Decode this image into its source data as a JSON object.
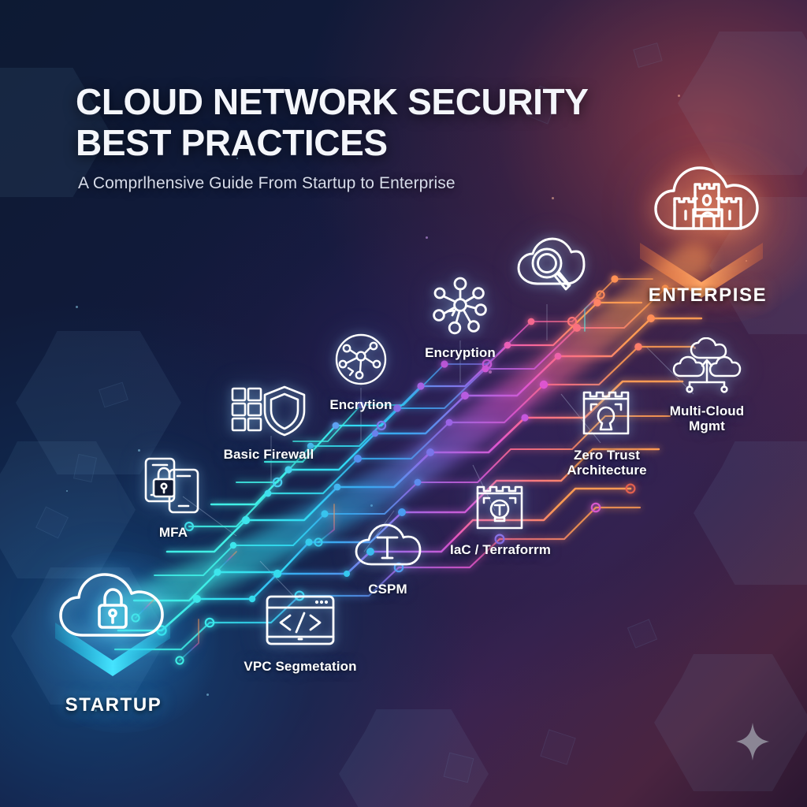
{
  "header": {
    "title": "CLOUD NETWORK SECURITY\nBEST PRACTICES",
    "subtitle": "A Comprlhensive Guide From Startup to Enterprise"
  },
  "colors": {
    "startup_accent": "#3ecfe8",
    "enterprise_accent": "#ff8a50",
    "mid_accent": "#c85ce0",
    "text": "#ffffff",
    "subtitle_text": "#d6dbe8",
    "background_deep": "#0d1a33",
    "background_warm": "#4a2440"
  },
  "endpoints": [
    {
      "id": "startup",
      "label": "STARTUP",
      "icon": "cloud-lock-icon",
      "accent": "#3ecfe8",
      "chevron": "chevron-down-icon"
    },
    {
      "id": "enterprise",
      "label": "ENTERPISE",
      "icon": "cloud-castle-icon",
      "accent": "#ff8a50",
      "chevron": "chevron-down-icon"
    }
  ],
  "nodes": [
    {
      "id": "mfa",
      "label": "MFA",
      "icon": "mfa-devices-lock-icon"
    },
    {
      "id": "vpc",
      "label": "VPC Segmetation",
      "icon": "code-window-icon"
    },
    {
      "id": "firewall",
      "label": "Basic Firewall",
      "icon": "brickwall-shield-icon"
    },
    {
      "id": "cspm",
      "label": "CSPM",
      "icon": "cloud-t-icon"
    },
    {
      "id": "encrytion",
      "label": "Encrytion",
      "icon": "network-globe-icon"
    },
    {
      "id": "iac",
      "label": "IaC / Terraforrm",
      "icon": "vault-t-icon"
    },
    {
      "id": "encryption",
      "label": "Encryption",
      "icon": "hub-spoke-icon"
    },
    {
      "id": "zero-trust",
      "label": "Zero Trust\nArchitecture",
      "icon": "vault-keyhole-icon"
    },
    {
      "id": "cloud-monitor",
      "label": "",
      "icon": "cloud-magnifier-icon"
    },
    {
      "id": "multicloud",
      "label": "Multi-Cloud\nMgmt",
      "icon": "multi-cloud-icon"
    }
  ],
  "watermark": {
    "icon": "sparkle-icon"
  }
}
